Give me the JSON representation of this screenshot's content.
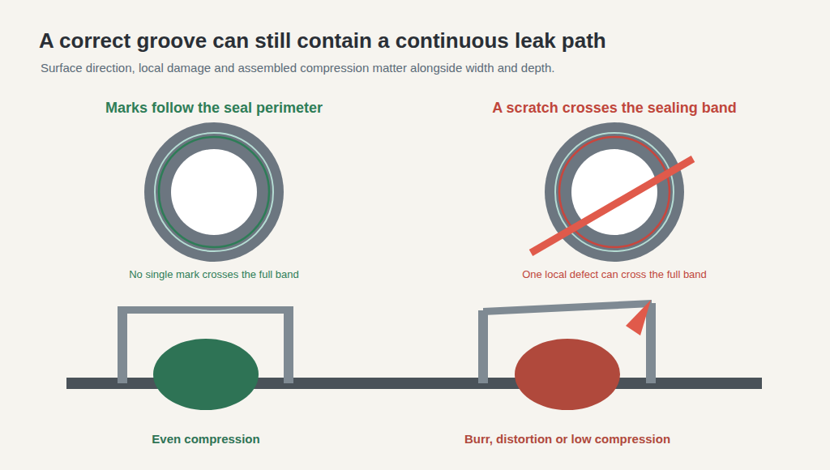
{
  "diagram": {
    "title": "A correct groove can still contain a continuous leak path",
    "caption": "Surface direction, local damage and assembled compression matter alongside width and depth.",
    "labels": [
      "Marks follow the seal perimeter",
      "A scratch crosses the sealing band",
      "No single mark crosses the full band",
      "One local defect can cross the full band",
      "Even compression",
      "Burr, distortion or low compression"
    ]
  }
}
